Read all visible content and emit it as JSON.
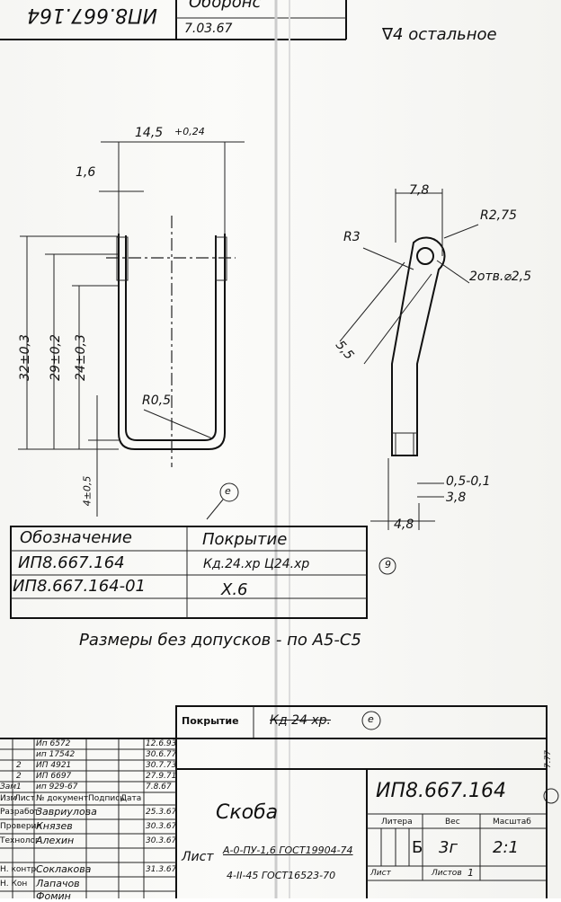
{
  "top_stamp": {
    "doc_number_rotated": "ИП8.667.164",
    "signature_text": "Оборонс",
    "date": "7.03.67"
  },
  "surface_note": "∇4 остальное",
  "dims": {
    "width_top": "14,5",
    "width_tol": "+0,24",
    "thickness": "1,6",
    "height_32": "32±0,3",
    "height_29": "29±0,2",
    "height_24": "24±0,3",
    "bottom": "4±0,5",
    "radius_inner": "R0,5",
    "side_78": "7,8",
    "radius_275": "R2,75",
    "radius_3": "R3",
    "hole": "2отв.⌀2,5",
    "dim_55": "5,5",
    "dim_05": "0,5-0,1",
    "dim_38": "3,8",
    "dim_48": "4,8"
  },
  "callout_e": "е",
  "callout_9": "9",
  "coating_table": {
    "headers": [
      "Обозначение",
      "Покрытие"
    ],
    "rows": [
      [
        "ИП8.667.164",
        "Кд.24.хр Ц24.хр"
      ],
      [
        "ИП8.667.164-01",
        "Х.6"
      ],
      [
        "",
        ""
      ]
    ]
  },
  "note": "Размеры без допусков - по A5-C5",
  "cover_box": {
    "label": "Покрытие",
    "value": "Кд 24 хр."
  },
  "change_rows": [
    [
      "",
      "",
      "Ип 6572",
      "",
      "12.6.93"
    ],
    [
      "",
      "",
      "ип 17542",
      "",
      "30.6.77"
    ],
    [
      "",
      "2",
      "ИП 4921",
      "",
      "30.7.73"
    ],
    [
      "",
      "2",
      "ИП 6697",
      "",
      "27.9.71"
    ],
    [
      "Зам",
      "1",
      "ип 929-67",
      "",
      "7.8.67"
    ]
  ],
  "change_header": [
    "Изм",
    "Лист",
    "№ документ",
    "Подпись",
    "Дата"
  ],
  "roles": [
    [
      "Разработ.",
      "Завриулова",
      "25.3.67"
    ],
    [
      "Проверил",
      "Князев",
      "30.3.67"
    ],
    [
      "Технолог",
      "Алехин",
      "30.3.67"
    ],
    [
      "Н. контр",
      "Соклакова",
      "31.3.67"
    ],
    [
      "Н. Кон",
      "Лапачов",
      ""
    ],
    [
      "",
      "Фомин",
      ""
    ]
  ],
  "title_block": {
    "designation": "ИП8.667.164",
    "name": "Скоба",
    "material_label": "Лист",
    "material_1": "А-0-ПУ-1,6 ГОСТ19904-74",
    "material_2": "4-II-45 ГОСТ16523-70",
    "litera_header": "Литера",
    "weight_header": "Вес",
    "scale_header": "Масштаб",
    "litera": "Б",
    "weight": "3г",
    "scale": "2:1",
    "sheet_label": "Лист",
    "sheets_label": "Листов",
    "sheets_value": "1",
    "side_date": "7.77"
  }
}
